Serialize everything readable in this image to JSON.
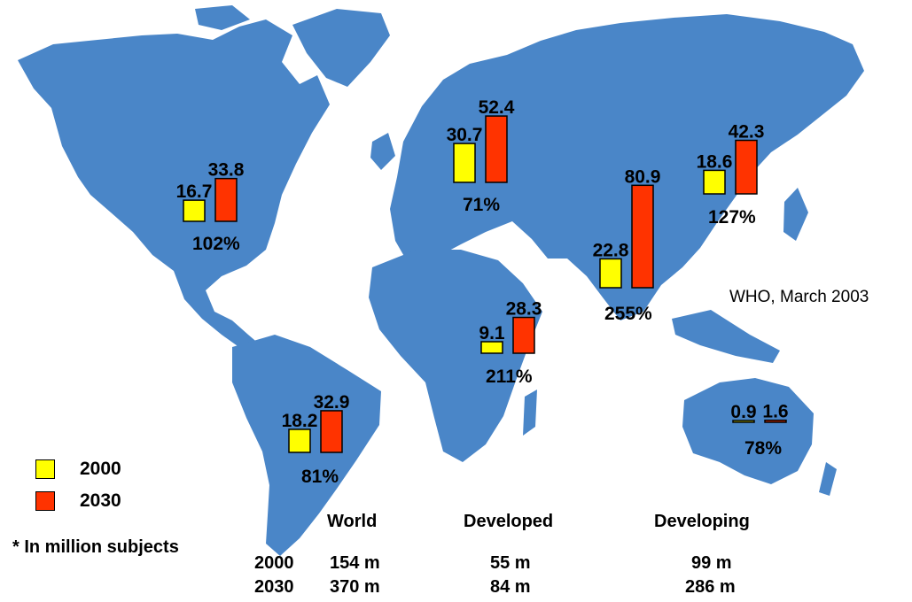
{
  "source_note": "WHO, March 2003",
  "footnote": "* In million subjects",
  "colors": {
    "ocean": "#ffffff",
    "land": "#4a86c8",
    "y2000": "#ffff00",
    "y2030": "#ff3300"
  },
  "legend": [
    {
      "label": "2000",
      "color": "#ffff00"
    },
    {
      "label": "2030",
      "color": "#ff3300"
    }
  ],
  "chart_data": {
    "type": "bar",
    "series_names": [
      "2000",
      "2030"
    ],
    "regions": [
      {
        "v2000": "16.7",
        "v2030": "33.8",
        "growth": "102%"
      },
      {
        "v2000": "30.7",
        "v2030": "52.4",
        "growth": "71%"
      },
      {
        "v2000": "18.6",
        "v2030": "42.3",
        "growth": "127%"
      },
      {
        "v2000": "22.8",
        "v2030": "80.9",
        "growth": "255%"
      },
      {
        "v2000": "9.1",
        "v2030": "28.3",
        "growth": "211%"
      },
      {
        "v2000": "18.2",
        "v2030": "32.9",
        "growth": "81%"
      },
      {
        "v2000": "0.9",
        "v2030": "1.6",
        "growth": "78%"
      }
    ]
  },
  "summary": {
    "headers": [
      "World",
      "Developed",
      "Developing"
    ],
    "rows": [
      {
        "year": "2000",
        "values": [
          "154 m",
          "55 m",
          "99 m"
        ]
      },
      {
        "year": "2030",
        "values": [
          "370 m",
          "84 m",
          "286 m"
        ]
      }
    ]
  }
}
